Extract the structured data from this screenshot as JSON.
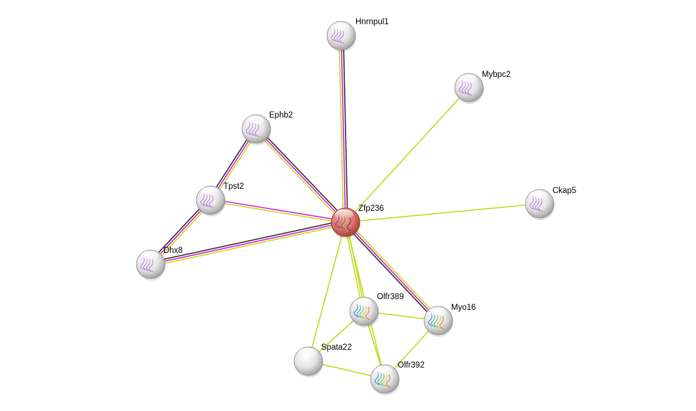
{
  "colors": {
    "textmining": "#c3d91f",
    "experiments": "#d320d3",
    "coexpression": "#333333",
    "query_node": "#d9534f",
    "node": "#e0e0e0"
  },
  "nodes": [
    {
      "id": "Hnrnpul1",
      "label": "Hnrnpul1",
      "query": false,
      "structure": "purple"
    },
    {
      "id": "Mybpc2",
      "label": "Mybpc2",
      "query": false,
      "structure": "purple"
    },
    {
      "id": "Ephb2",
      "label": "Ephb2",
      "query": false,
      "structure": "purple"
    },
    {
      "id": "Tpst2",
      "label": "Tpst2",
      "query": false,
      "structure": "purple"
    },
    {
      "id": "Zfp236",
      "label": "Zfp236",
      "query": true,
      "structure": "multi"
    },
    {
      "id": "Ckap5",
      "label": "Ckap5",
      "query": false,
      "structure": "purple"
    },
    {
      "id": "Dhx8",
      "label": "Dhx8",
      "query": false,
      "structure": "purple"
    },
    {
      "id": "Olfr389",
      "label": "Olfr389",
      "query": false,
      "structure": "rainbow"
    },
    {
      "id": "Myo16",
      "label": "Myo16",
      "query": false,
      "structure": "rainbow"
    },
    {
      "id": "Spata22",
      "label": "Spata22",
      "query": false,
      "structure": "none"
    },
    {
      "id": "Olfr392",
      "label": "Olfr392",
      "query": false,
      "structure": "rainbow"
    }
  ],
  "edges": [
    {
      "a": "Zfp236",
      "b": "Hnrnpul1",
      "types": [
        "textmining",
        "experiments",
        "coexpression"
      ]
    },
    {
      "a": "Zfp236",
      "b": "Mybpc2",
      "types": [
        "textmining"
      ]
    },
    {
      "a": "Zfp236",
      "b": "Ckap5",
      "types": [
        "textmining"
      ]
    },
    {
      "a": "Zfp236",
      "b": "Ephb2",
      "types": [
        "textmining",
        "experiments",
        "coexpression"
      ]
    },
    {
      "a": "Zfp236",
      "b": "Tpst2",
      "types": [
        "textmining",
        "experiments"
      ]
    },
    {
      "a": "Zfp236",
      "b": "Dhx8",
      "types": [
        "textmining",
        "experiments",
        "coexpression"
      ]
    },
    {
      "a": "Zfp236",
      "b": "Myo16",
      "types": [
        "textmining",
        "experiments",
        "coexpression"
      ]
    },
    {
      "a": "Zfp236",
      "b": "Olfr389",
      "types": [
        "textmining",
        "textmining"
      ]
    },
    {
      "a": "Zfp236",
      "b": "Olfr392",
      "types": [
        "textmining"
      ]
    },
    {
      "a": "Zfp236",
      "b": "Spata22",
      "types": [
        "textmining"
      ]
    },
    {
      "a": "Ephb2",
      "b": "Tpst2",
      "types": [
        "textmining",
        "experiments",
        "coexpression"
      ]
    },
    {
      "a": "Tpst2",
      "b": "Dhx8",
      "types": [
        "textmining",
        "experiments",
        "coexpression"
      ]
    },
    {
      "a": "Olfr389",
      "b": "Myo16",
      "types": [
        "textmining"
      ]
    },
    {
      "a": "Olfr389",
      "b": "Spata22",
      "types": [
        "textmining"
      ]
    },
    {
      "a": "Olfr389",
      "b": "Olfr392",
      "types": [
        "textmining"
      ]
    },
    {
      "a": "Spata22",
      "b": "Olfr392",
      "types": [
        "textmining"
      ]
    },
    {
      "a": "Myo16",
      "b": "Olfr392",
      "types": [
        "textmining"
      ]
    }
  ]
}
